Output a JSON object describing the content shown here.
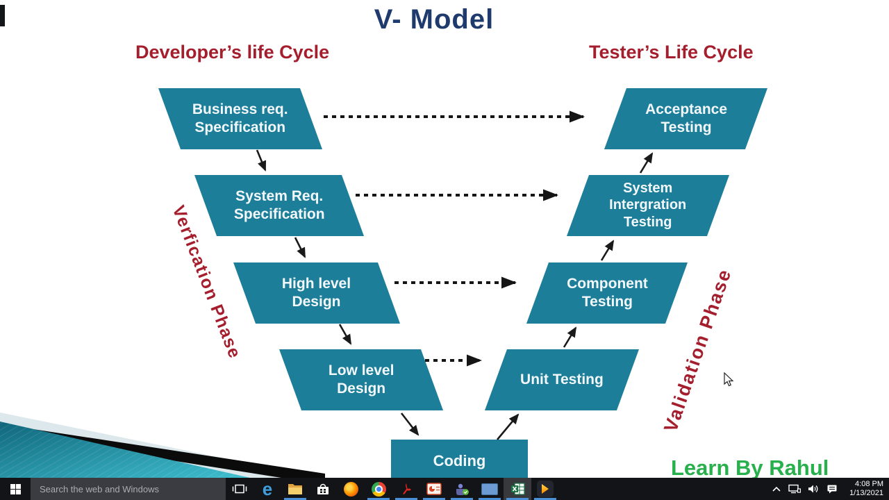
{
  "slide": {
    "title": "V- Model",
    "developer_heading": "Developer’s life Cycle",
    "tester_heading": "Tester’s Life Cycle",
    "verification_label": "Verfication Phase",
    "validation_label": "Validation Phase",
    "watermark": "Learn By Rahul",
    "boxes": {
      "business_req": "Business req.\nSpecification",
      "system_req": "System Req.\nSpecification",
      "high_level": "High level\nDesign",
      "low_level": "Low level\nDesign",
      "coding": "Coding",
      "unit_testing": "Unit Testing",
      "component_testing": "Component\nTesting",
      "system_integration": "System\nIntergration\nTesting",
      "acceptance_testing": "Acceptance\nTesting"
    },
    "colors": {
      "box_fill": "#1d7e99",
      "title_navy": "#1f3b6d",
      "heading_red": "#a51e2d",
      "watermark_green": "#27b04b"
    }
  },
  "taskbar": {
    "search_placeholder": "Search the web and Windows",
    "apps": [
      {
        "name": "task-view",
        "running": false
      },
      {
        "name": "edge",
        "running": false
      },
      {
        "name": "file-explorer",
        "running": true
      },
      {
        "name": "store",
        "running": false
      },
      {
        "name": "firefox",
        "running": false
      },
      {
        "name": "chrome",
        "running": true
      },
      {
        "name": "acrobat",
        "running": true
      },
      {
        "name": "powerpoint",
        "running": true
      },
      {
        "name": "teams",
        "running": true
      },
      {
        "name": "app-window",
        "running": true
      },
      {
        "name": "excel",
        "running": true,
        "active": true
      },
      {
        "name": "filmora",
        "running": true
      }
    ],
    "tray": {
      "icons": [
        "chevron-up",
        "network",
        "volume",
        "action-center"
      ],
      "time": "4:08 PM",
      "date": "1/13/2021"
    }
  }
}
